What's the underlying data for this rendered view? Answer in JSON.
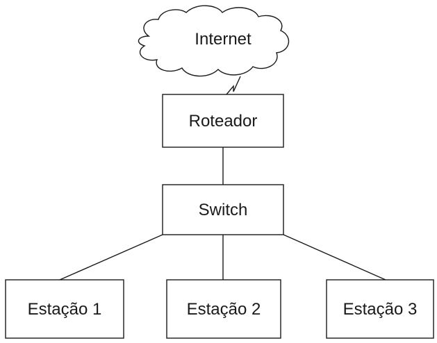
{
  "diagram": {
    "cloud": {
      "label": "Internet"
    },
    "router": {
      "label": "Roteador"
    },
    "switch": {
      "label": "Switch"
    },
    "stations": [
      {
        "label": "Estação 1"
      },
      {
        "label": "Estação 2"
      },
      {
        "label": "Estação 3"
      }
    ]
  }
}
